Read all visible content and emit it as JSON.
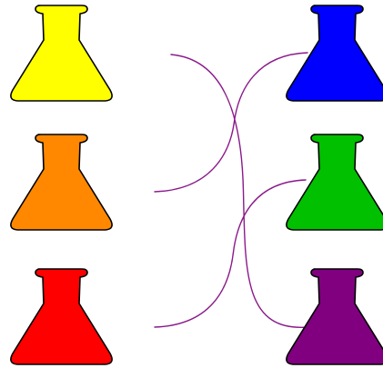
{
  "palette": {
    "outline": "#000000",
    "connector": "#8b1a8b",
    "background": "#ffffff"
  },
  "flasks": {
    "left": [
      {
        "id": "yellow",
        "color": "#ffff00",
        "icon": "flask-icon"
      },
      {
        "id": "orange",
        "color": "#ff8800",
        "icon": "flask-icon"
      },
      {
        "id": "red",
        "color": "#ff0000",
        "icon": "flask-icon"
      }
    ],
    "right": [
      {
        "id": "blue",
        "color": "#0000ff",
        "icon": "flask-icon"
      },
      {
        "id": "green",
        "color": "#00c000",
        "icon": "flask-icon"
      },
      {
        "id": "purple",
        "color": "#800080",
        "icon": "flask-icon"
      }
    ]
  },
  "connections": [
    {
      "from": "yellow",
      "to": "purple"
    },
    {
      "from": "orange",
      "to": "blue"
    },
    {
      "from": "red",
      "to": "green"
    }
  ]
}
